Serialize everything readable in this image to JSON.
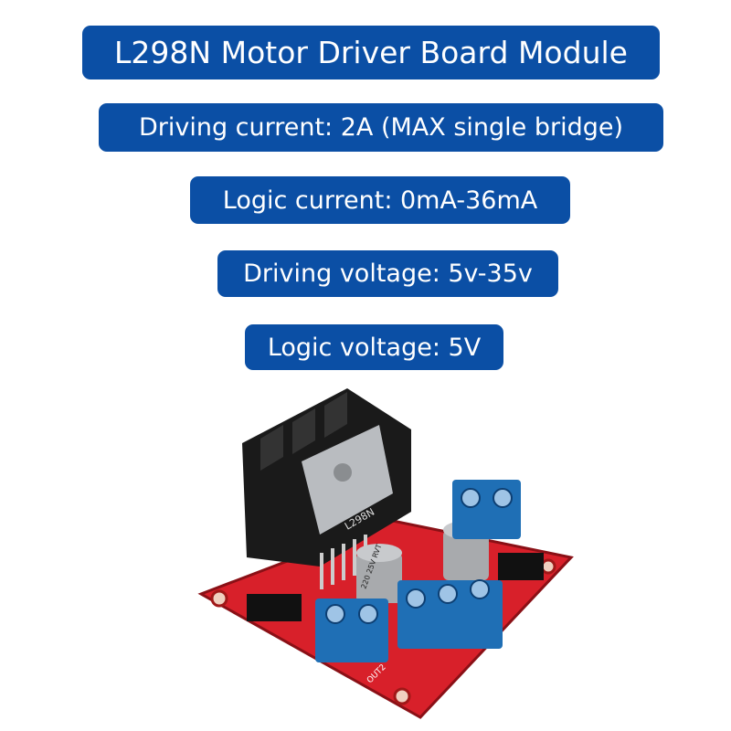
{
  "title": "L298N Motor Driver Board Module",
  "specs": [
    "Driving current: 2A (MAX single bridge)",
    "Logic current: 0mA-36mA",
    "Driving voltage: 5v-35v",
    "Logic voltage: 5V"
  ],
  "board_silkscreen": {
    "chip": "L298N",
    "capacitor": "220 25V RVT",
    "output": "OUT2"
  },
  "colors": {
    "label_bg": "#0b4fa5",
    "label_text": "#ffffff",
    "pcb": "#d8202a",
    "terminal": "#1f6fb5",
    "heatsink": "#1a1a1a"
  }
}
